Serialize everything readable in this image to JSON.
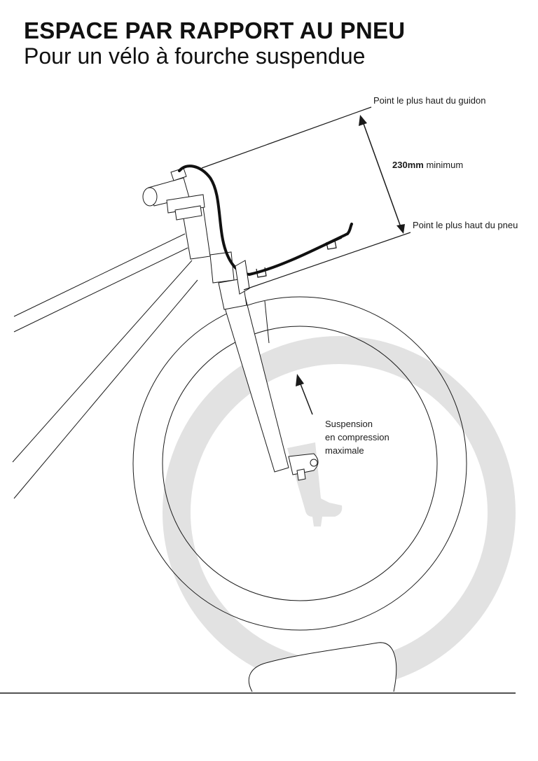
{
  "header": {
    "title": "ESPACE PAR RAPPORT AU PNEU",
    "subtitle": "Pour un vélo à fourche suspendue"
  },
  "labels": {
    "handlebar_top": "Point le plus haut du guidon",
    "tire_top": "Point le plus haut du pneu",
    "clearance_value": "230mm",
    "clearance_qualifier": "minimum",
    "suspension_line1": "Suspension",
    "suspension_line2": "en compression",
    "suspension_line3": "maximale"
  },
  "colors": {
    "line": "#1a1a1a",
    "accent_line": "#111111",
    "ghost": "#e2e2e2"
  },
  "icons": {
    "dimension_arrow": "double-headed-arrow-icon",
    "compression_arrow": "arrow-up-icon"
  }
}
